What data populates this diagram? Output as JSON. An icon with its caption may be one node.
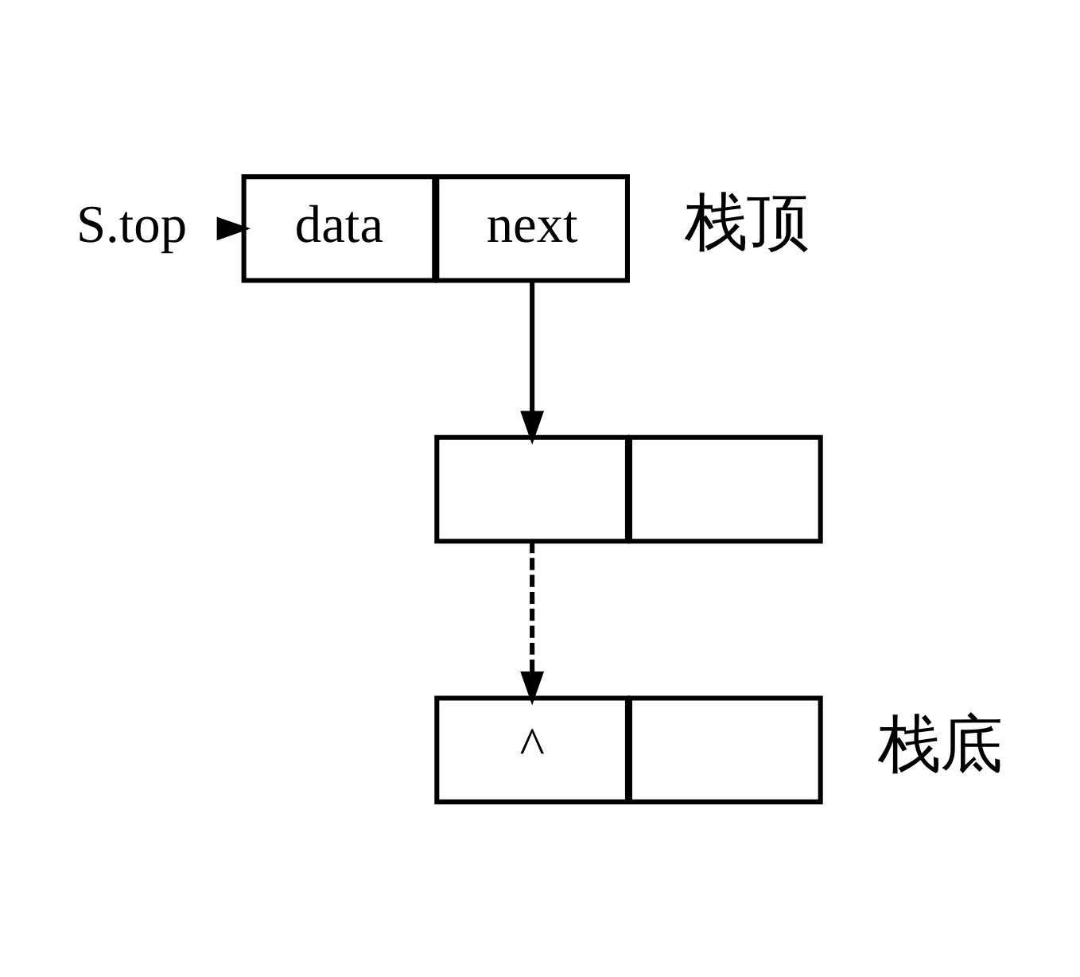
{
  "diagram": {
    "nodes": [
      {
        "text": [
          "S.top"
        ]
      },
      {
        "text": [
          "data"
        ]
      },
      {
        "text": [
          "next"
        ]
      },
      {
        "text": [],
        "shape": "box"
      },
      {
        "text": [],
        "shape": "box"
      },
      {
        "text": [],
        "shape": "box"
      },
      {
        "text": [
          "^"
        ]
      }
    ],
    "edges": [
      {
        "from": 0,
        "to": 1,
        "arrow": "to"
      },
      {
        "from": 2,
        "to": 4,
        "arrow": "to"
      },
      {
        "from": 4,
        "to": 6,
        "arrow": "to",
        "style": "dashed"
      }
    ],
    "labels": [
      "栈顶",
      "栈底"
    ]
  }
}
